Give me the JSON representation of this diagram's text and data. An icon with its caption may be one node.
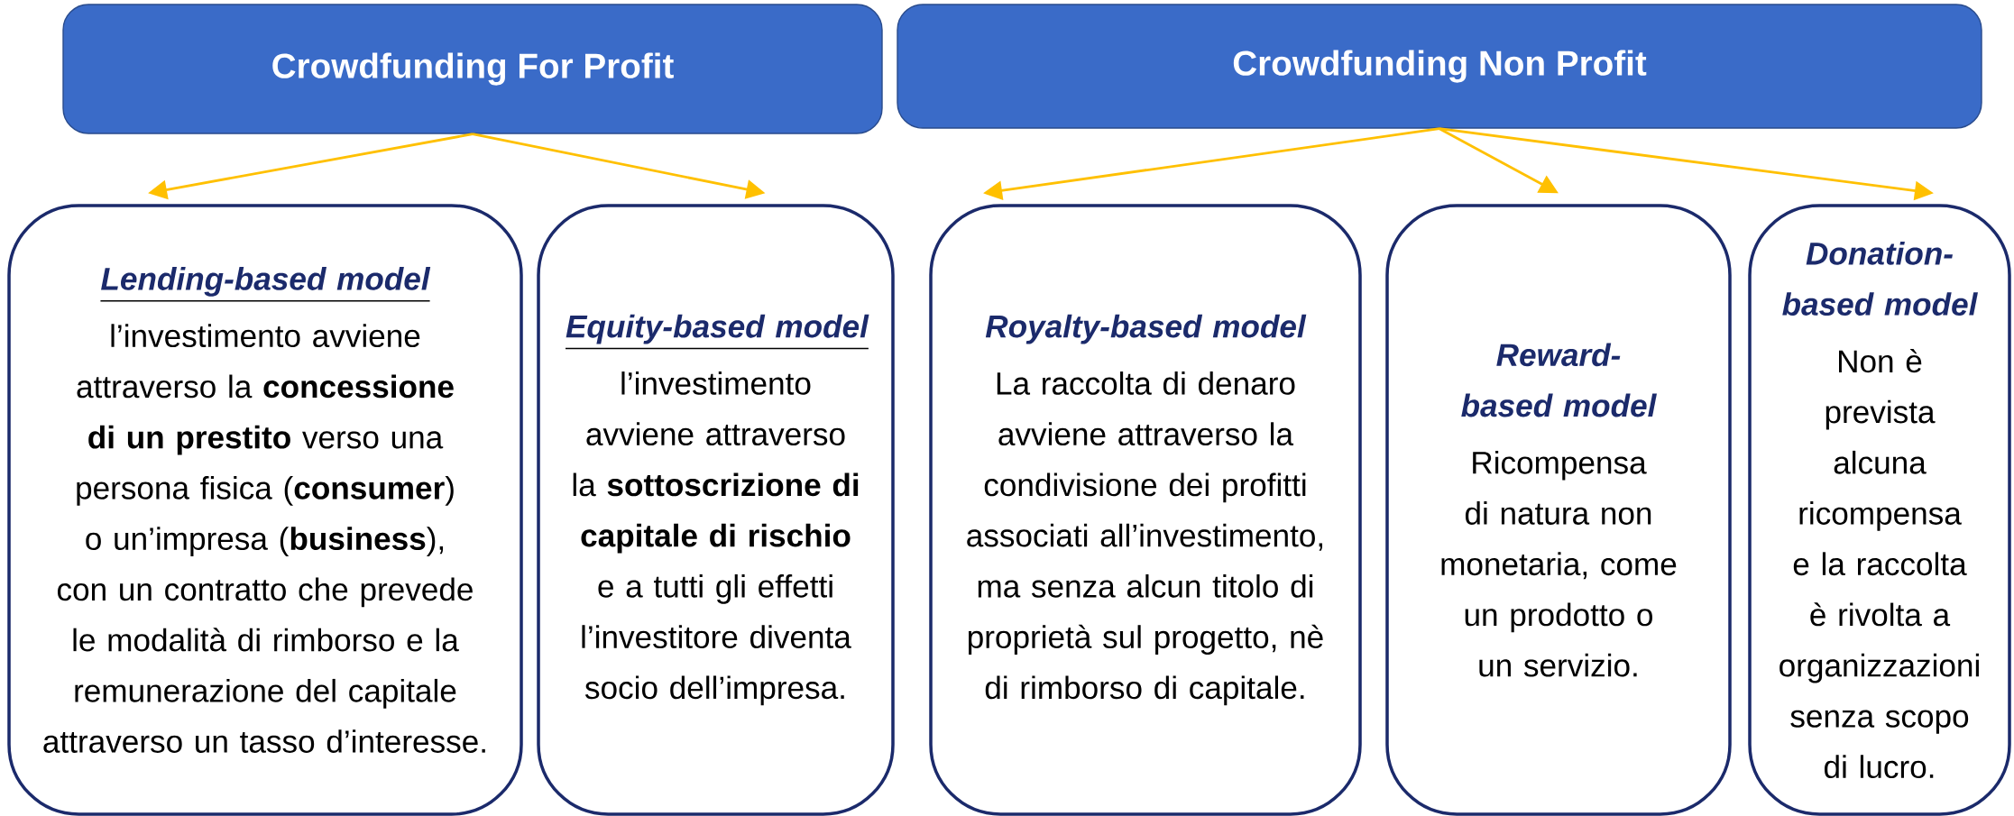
{
  "diagram": {
    "nodes": [
      {
        "text": [
          "Crowdfunding For Profit"
        ]
      },
      {
        "text": [
          "Crowdfunding Non Profit"
        ]
      },
      {
        "text": [
          "Lending-based model",
          "l’investimento avviene attraverso la **concessione di un prestito** verso una persona fisica (**consumer**) o un’impresa (**business**), con un contratto che prevede le modalità di rimborso e la remunerazione del capitale attraverso un tasso d’interesse."
        ]
      },
      {
        "text": [
          "Equity-based model",
          "l’investimento avviene attraverso la **sottoscrizione di capitale di rischio** e a tutti gli effetti l’investitore diventa socio dell’impresa."
        ]
      },
      {
        "text": [
          "Royalty-based model",
          "La raccolta di denaro avviene attraverso la condivisione dei profitti associati all’investimento, ma senza alcun titolo di proprietà sul progetto, nè di rimborso di capitale."
        ]
      },
      {
        "text": [
          "Reward-based model",
          "Ricompensa di natura non monetaria, come un prodotto o un servizio."
        ]
      },
      {
        "text": [
          "Donation-based model",
          "Non è prevista alcuna ricompensa e la raccolta è rivolta a organizzazioni senza scopo di lucro."
        ]
      }
    ],
    "edges": [
      {
        "from": 0,
        "to": 2,
        "arrow": "to"
      },
      {
        "from": 0,
        "to": 3,
        "arrow": "to"
      },
      {
        "from": 1,
        "to": 4,
        "arrow": "to"
      },
      {
        "from": 1,
        "to": 5,
        "arrow": "to"
      },
      {
        "from": 1,
        "to": 6,
        "arrow": "to"
      }
    ]
  }
}
